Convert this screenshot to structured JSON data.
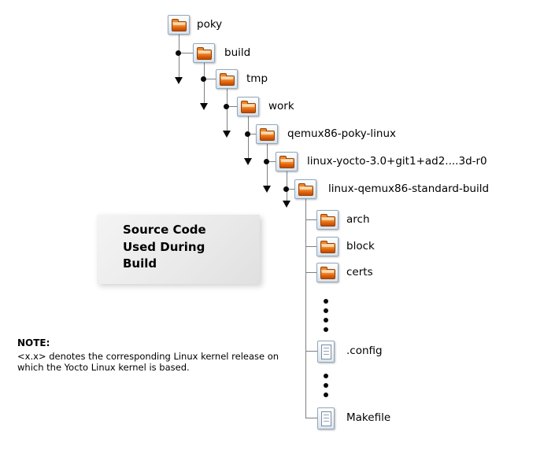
{
  "diagram": {
    "tree": [
      {
        "label": "poky",
        "type": "folder"
      },
      {
        "label": "build",
        "type": "folder"
      },
      {
        "label": "tmp",
        "type": "folder"
      },
      {
        "label": "work",
        "type": "folder"
      },
      {
        "label": "qemux86-poky-linux",
        "type": "folder"
      },
      {
        "label": "linux-yocto-3.0+git1+ad2....3d-r0",
        "type": "folder"
      },
      {
        "label": "linux-qemux86-standard-build",
        "type": "folder"
      },
      {
        "label": "arch",
        "type": "folder"
      },
      {
        "label": "block",
        "type": "folder"
      },
      {
        "label": "certs",
        "type": "folder"
      },
      {
        "label": ".config",
        "type": "file"
      },
      {
        "label": "Makefile",
        "type": "file"
      }
    ],
    "ellipsis": {
      "group1_dots": 4,
      "group2_dots": 3
    },
    "callout": {
      "line1": "Source Code",
      "line2": "Used During",
      "line3": "Build"
    },
    "note": {
      "heading": "NOTE:",
      "text1": "<x.x> denotes the corresponding Linux kernel release on",
      "text2": "which the Yocto Linux kernel is based."
    },
    "colors": {
      "folder_orange": "#e2620b",
      "icon_border": "#92a8bd",
      "connector_line": "#7f7f7f",
      "connector_dot": "#0a0a0a",
      "callout_bg": "#ebebeb"
    }
  }
}
